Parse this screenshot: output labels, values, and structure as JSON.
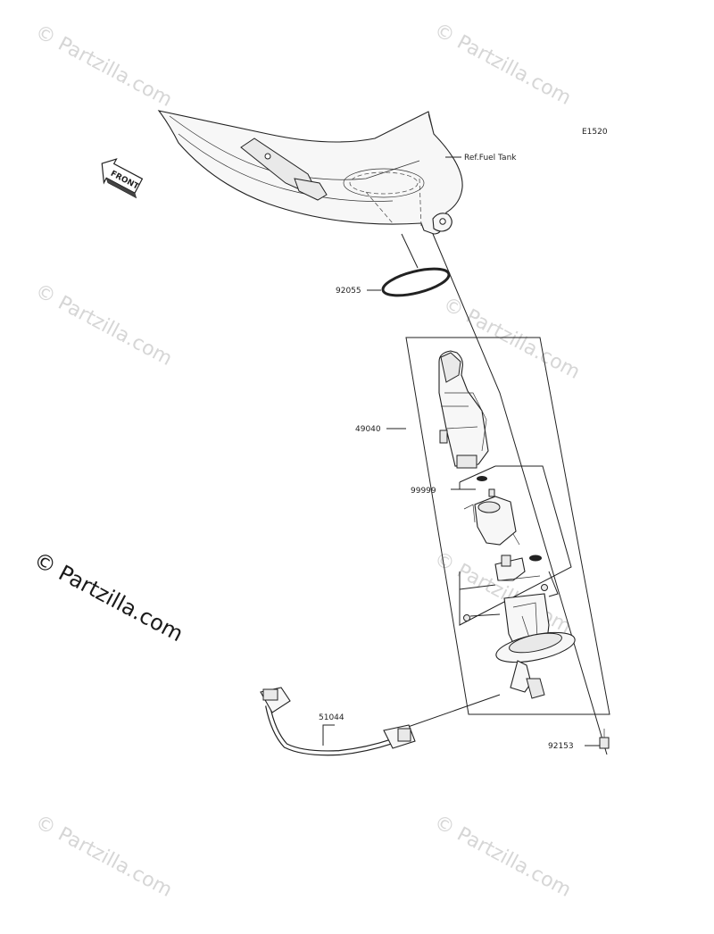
{
  "diagram": {
    "code": "E1520",
    "ref_label": "Ref.Fuel Tank",
    "front_label": "FRONT",
    "parts": [
      {
        "number": "92055"
      },
      {
        "number": "49040"
      },
      {
        "number": "99999"
      },
      {
        "number": "51044"
      },
      {
        "number": "92153"
      }
    ]
  },
  "watermarks": {
    "text": "© Partzilla.com",
    "main_text": "© Partzilla.com"
  }
}
